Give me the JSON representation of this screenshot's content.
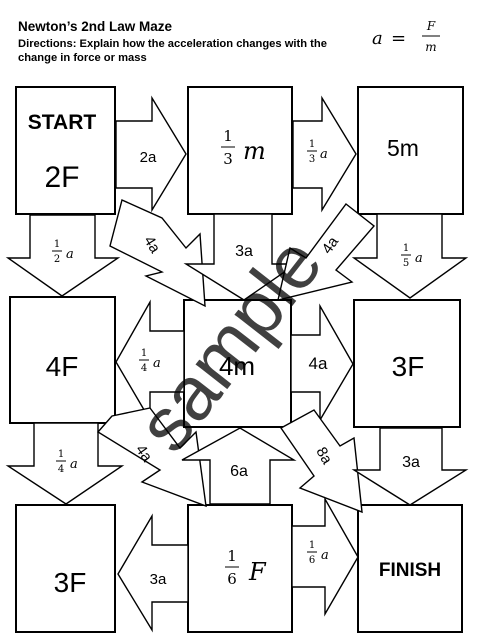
{
  "header": {
    "title": "Newton’s 2nd Law Maze",
    "directions": "Directions: Explain how the acceleration changes with the change in force or mass",
    "formula": {
      "lhs": "a",
      "eq": "=",
      "num": "F",
      "den": "m"
    }
  },
  "boxes": {
    "start_label": "START",
    "start_value": "2F",
    "r1c2": {
      "num": "1",
      "den": "3",
      "var": "m"
    },
    "r1c3": "5m",
    "r2c1": "4F",
    "r2c2": "4m",
    "r2c3": "3F",
    "r3c1": "3F",
    "r3c2": {
      "num": "1",
      "den": "6",
      "var": "F"
    },
    "finish_label": "FINISH"
  },
  "arrows": {
    "a_r1_1": "2a",
    "a_r1_2": {
      "num": "1",
      "den": "3",
      "var": "a"
    },
    "a_down_c1_r1": {
      "num": "1",
      "den": "2",
      "var": "a"
    },
    "a_diag_r1_a": "4a",
    "a_up_c2_r1": "3a",
    "a_diag_r1_b": "4a",
    "a_down_c3_r1": {
      "num": "1",
      "den": "5",
      "var": "a"
    },
    "a_left_r2": {
      "num": "1",
      "den": "4",
      "var": "a"
    },
    "a_right_r2": "4a",
    "a_down_c1_r2": {
      "num": "1",
      "den": "4",
      "var": "a"
    },
    "a_diag_r2_a": "4a",
    "a_up_c2_r2": "6a",
    "a_diag_r2_b": "8a",
    "a_down_c3_r2": "3a",
    "a_left_r3": "3a",
    "a_right_r3": {
      "num": "1",
      "den": "6",
      "var": "a"
    }
  },
  "watermark": "sample",
  "colors": {
    "start": "#1a1adb",
    "finish": "#e61ee6",
    "ink": "#000000",
    "watermark": "#c8c8c8"
  }
}
